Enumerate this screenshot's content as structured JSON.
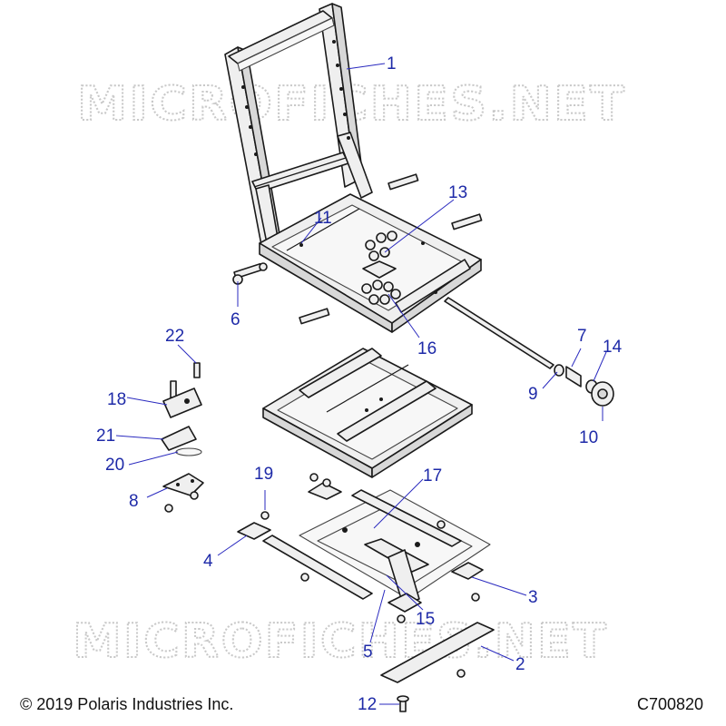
{
  "watermark": "MICROFICHES.NET",
  "copyright": "© 2019 Polaris Industries Inc.",
  "drawing_code": "C700820",
  "callouts": {
    "c1": "1",
    "c2": "2",
    "c3": "3",
    "c4": "4",
    "c5": "5",
    "c6": "6",
    "c7": "7",
    "c8": "8",
    "c9": "9",
    "c10": "10",
    "c11": "11",
    "c12": "12",
    "c13": "13",
    "c14": "14",
    "c15": "15",
    "c16": "16",
    "c17": "17",
    "c18": "18",
    "c19": "19",
    "c20": "20",
    "c21": "21",
    "c22": "22"
  },
  "colors": {
    "callout": "#1e2aa8",
    "watermark": "#c9c9c9",
    "line": "#1a1a1a"
  }
}
